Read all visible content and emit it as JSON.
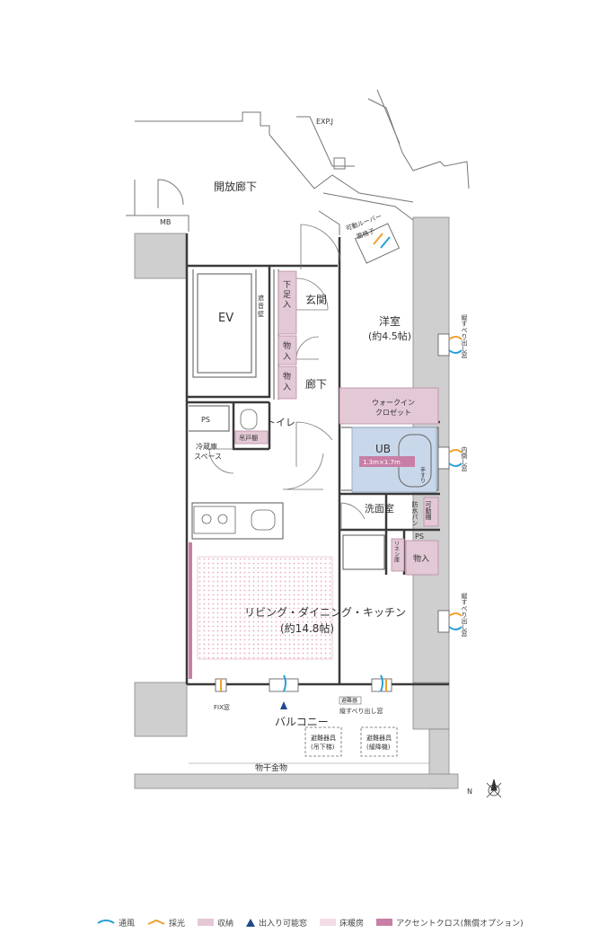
{
  "colors": {
    "storage": "#e3c8d6",
    "accent_cloth": "#c87fa6",
    "ub": "#c9d7ea",
    "ventilation": "#2a9fd6",
    "lighting": "#f0a030",
    "floor_heating": "#e6bcd0",
    "wall": "#cfcfcf"
  },
  "labels": {
    "corridor_open": "開放廊下",
    "expj": "EXP.J",
    "mb": "MB",
    "ev": "EV",
    "legs_rack_1": "下",
    "legs_rack_2": "足",
    "legs_rack_3": "入",
    "fire_wall_1": "遮",
    "fire_wall_2": "音",
    "fire_wall_3": "壁",
    "genkan": "玄関",
    "louver_1": "可動ルーバー",
    "louver_2": "面格子",
    "western_room": "洋室",
    "western_room_size": "(約4.5帖)",
    "storage_1a": "物",
    "storage_1b": "入",
    "storage_2a": "物",
    "storage_2b": "入",
    "hallway": "廊下",
    "wic_1": "ウォークイン",
    "wic_2": "クロゼット",
    "ps1": "PS",
    "toilet": "トイレ",
    "hanging_shelf": "吊戸棚",
    "fridge_1": "冷蔵庫",
    "fridge_2": "スペース",
    "ub": "UB",
    "ub_size": "1.3m×1.7m",
    "handrail": "手すり",
    "window_inner_tilt": "内倒し窓",
    "window_slide_1": "縦すべり出し窓",
    "window_slide_2": "縦すべり出し窓",
    "washroom": "洗面室",
    "movable_shelf": "可動棚",
    "waterproof_pan": "防水パン",
    "linen": "リネン庫",
    "ps2": "PS",
    "storage_3": "物入",
    "ldk": "リビング・ダイニング・キッチン",
    "ldk_size": "(約14.8帖)",
    "fix_window": "FIX窓",
    "balcony": "バルコニー",
    "slide_window_balcony": "縦すべり出し窓",
    "evac_ladder": "避難器",
    "evac_1a": "避難器具",
    "evac_1b": "(吊下梯)",
    "evac_2a": "避難器具",
    "evac_2b": "(緩降機)",
    "drying_hardware": "物干金物",
    "north": "N"
  },
  "legend": [
    {
      "label": "通風",
      "icon": "ventilation-wave-icon"
    },
    {
      "label": "採光",
      "icon": "lighting-icon"
    },
    {
      "label": "収納",
      "icon": "storage-swatch"
    },
    {
      "label": "出入り可能窓",
      "icon": "triangle-icon"
    },
    {
      "label": "床暖房",
      "icon": "floor-heating-swatch"
    },
    {
      "label": "アクセントクロス(無償オプション)",
      "icon": "accent-swatch"
    }
  ]
}
